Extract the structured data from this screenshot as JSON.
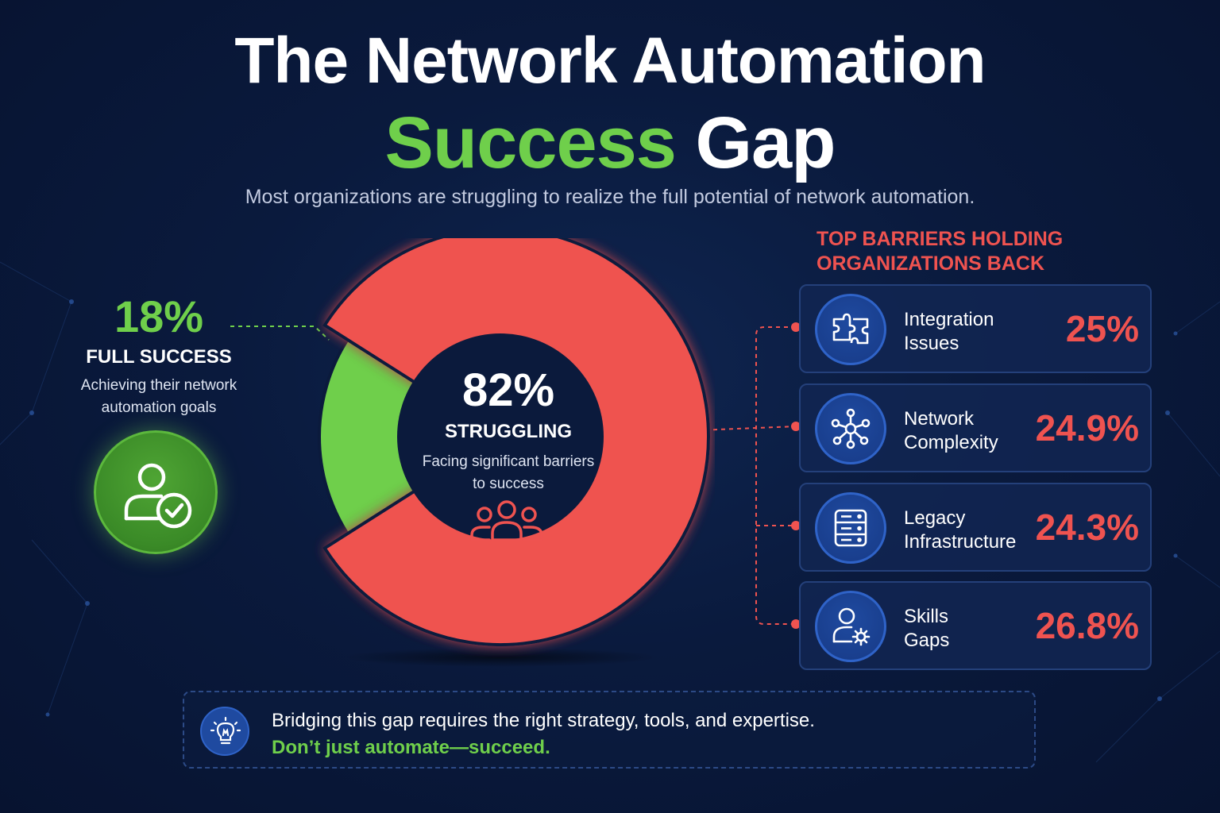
{
  "header": {
    "title_line1": "The Network Automation",
    "title_line2_green": "Success",
    "title_line2_white": "Gap",
    "subtitle": "Most organizations are struggling to realize the full potential of network automation."
  },
  "success": {
    "percent": "18%",
    "label": "FULL SUCCESS",
    "desc_line1": "Achieving their network",
    "desc_line2": "automation goals",
    "icon": "user-check-icon"
  },
  "struggling": {
    "percent": "82%",
    "label": "STRUGGLING",
    "desc_line1": "Facing significant barriers",
    "desc_line2": "to success",
    "icon": "group-icon"
  },
  "barriers": {
    "title_line1": "TOP BARRIERS HOLDING",
    "title_line2": "ORGANIZATIONS BACK",
    "items": [
      {
        "name_line1": "Integration",
        "name_line2": "Issues",
        "percent": "25%",
        "icon": "puzzle-icon"
      },
      {
        "name_line1": "Network",
        "name_line2": "Complexity",
        "percent": "24.9%",
        "icon": "network-nodes-icon"
      },
      {
        "name_line1": "Legacy",
        "name_line2": "Infrastructure",
        "percent": "24.3%",
        "icon": "server-icon"
      },
      {
        "name_line1": "Skills",
        "name_line2": "Gaps",
        "percent": "26.8%",
        "icon": "user-gear-icon"
      }
    ]
  },
  "footer": {
    "line1": "Bridging this gap requires the right strategy, tools, and expertise.",
    "line2": "Don’t just automate—succeed.",
    "icon": "lightbulb-icon"
  },
  "colors": {
    "success": "#6fcf4b",
    "struggling": "#ef5350",
    "accent_blue": "#2f63c8",
    "background": "#0a1a3d"
  },
  "chart_data": [
    {
      "type": "pie",
      "title": "",
      "categories": [
        "Full Success",
        "Struggling"
      ],
      "values": [
        18,
        82
      ],
      "colors": [
        "#6fcf4b",
        "#ef5350"
      ],
      "unit": "%"
    },
    {
      "type": "table",
      "title": "TOP BARRIERS HOLDING ORGANIZATIONS BACK",
      "categories": [
        "Integration Issues",
        "Network Complexity",
        "Legacy Infrastructure",
        "Skills Gaps"
      ],
      "values": [
        25,
        24.9,
        24.3,
        26.8
      ],
      "unit": "%"
    }
  ]
}
